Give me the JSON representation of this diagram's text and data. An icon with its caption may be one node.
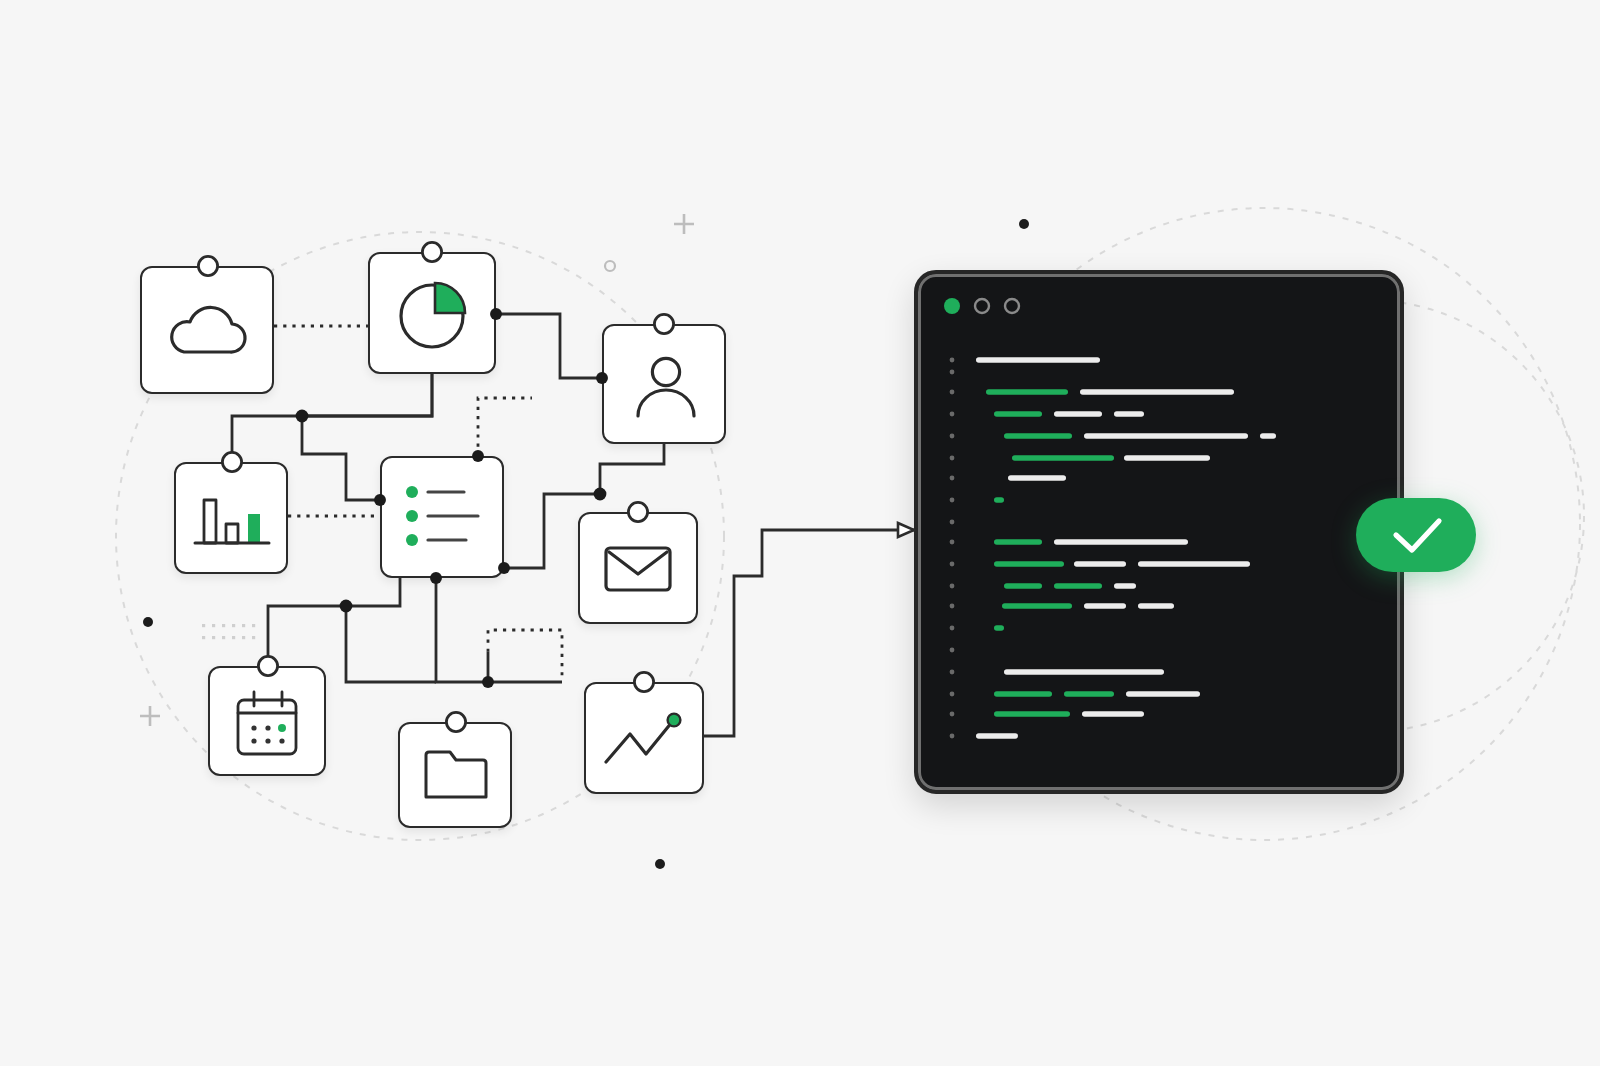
{
  "diagram": {
    "nodes": [
      {
        "text": [],
        "shape": "box"
      },
      {
        "text": [],
        "shape": "box"
      },
      {
        "text": [],
        "shape": "box"
      },
      {
        "text": [],
        "shape": "box"
      },
      {
        "text": [],
        "shape": "box"
      },
      {
        "text": [],
        "shape": "box"
      },
      {
        "text": [],
        "shape": "box"
      },
      {
        "text": [],
        "shape": "box"
      },
      {
        "text": [],
        "shape": "box"
      },
      {
        "text": [],
        "shape": "window"
      },
      {
        "text": [],
        "shape": "frame"
      }
    ],
    "edges": [
      {
        "from": 0,
        "to": 1,
        "arrow": "none",
        "style": "dashed"
      },
      {
        "from": 1,
        "to": 2,
        "arrow": "other"
      },
      {
        "from": 1,
        "to": 3,
        "arrow": "other"
      },
      {
        "from": 1,
        "to": 4,
        "arrow": "other"
      },
      {
        "from": 3,
        "to": 4,
        "arrow": "none",
        "style": "dashed"
      },
      {
        "from": 4,
        "to": null,
        "arrow": "other",
        "style": "dashed"
      },
      {
        "from": 4,
        "to": 2,
        "arrow": "other"
      },
      {
        "from": 4,
        "to": 6,
        "arrow": "other"
      },
      {
        "from": 4,
        "to": 10,
        "arrow": "other"
      },
      {
        "from": 8,
        "to": 9,
        "arrow": "to"
      }
    ]
  }
}
